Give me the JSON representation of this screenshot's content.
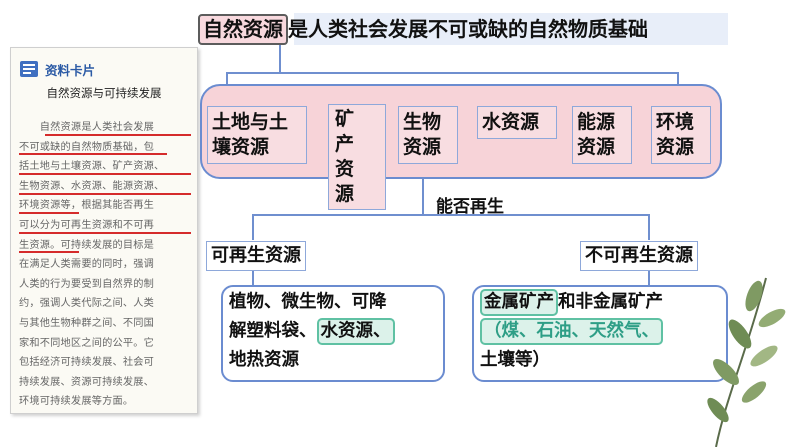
{
  "card": {
    "header": "资料卡片",
    "title": "自然资源与可持续发展",
    "lines": [
      "　　自然资源是人类社会发展",
      "不可或缺的自然物质基础，包",
      "括土地与土壤资源、矿产资源、",
      "生物资源、水资源、能源资源、",
      "环境资源等，根据其能否再生",
      "可以分为可再生资源和不可再",
      "生资源。可持续发展的目标是",
      "在满足人类需要的同时，强调",
      "人类的行为要受到自然界的制",
      "约，强调人类代际之间、人类",
      "与其他生物种群之间、不同国",
      "家和不同地区之间的公平。它",
      "包括经济可持续发展、社会可",
      "持续发展、资源可持续发展、",
      "环境可持续发展等方面。"
    ]
  },
  "diagram": {
    "title_key": "自然资源",
    "title_rest": "是人类社会发展不可或缺的自然物质基础",
    "categories": {
      "land": [
        "土地与土",
        "壤资源"
      ],
      "mineral": [
        "矿",
        "产",
        "资",
        "源"
      ],
      "bio": [
        "生物",
        "资源"
      ],
      "water": "水资源",
      "energy": [
        "能源",
        "资源"
      ],
      "environment": [
        "环境",
        "资源"
      ]
    },
    "criterion": "能否再生",
    "renewable": {
      "label": "可再生资源",
      "line1": "植物、微生物、可降",
      "line2_a": "解塑料袋、",
      "line2_hl": "水资源、",
      "line3": "地热资源"
    },
    "nonrenewable": {
      "label": "不可再生资源",
      "line1_hl": "金属矿产",
      "line1_rest": "和非金属矿产",
      "line2": "（煤、石油、天然气",
      "line2_comma": "、",
      "line3": "土壤等）"
    }
  },
  "colors": {
    "accent_blue": "#6b8cd0",
    "pink_fill": "#f7d3d8",
    "teal_highlight": "#5fc1a3",
    "underline_red": "#d52b2b"
  }
}
